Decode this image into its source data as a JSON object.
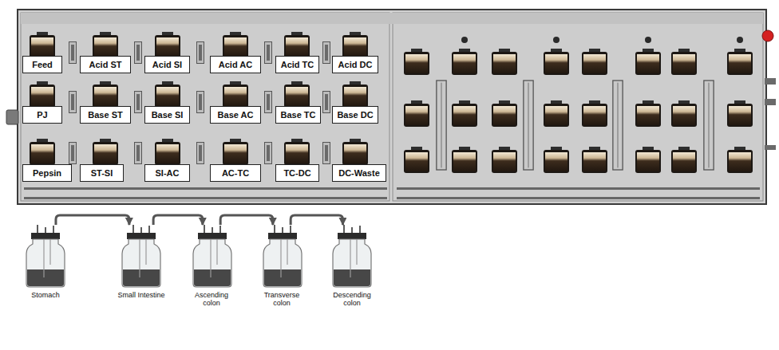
{
  "diagram": {
    "nodes": [
      {
        "text": [
          "Feed"
        ]
      },
      {
        "text": [
          "Acid ST"
        ]
      },
      {
        "text": [
          "Acid SI"
        ]
      },
      {
        "text": [
          "Acid AC"
        ]
      },
      {
        "text": [
          "Acid TC"
        ]
      },
      {
        "text": [
          "Acid DC"
        ]
      },
      {
        "text": [
          "PJ"
        ]
      },
      {
        "text": [
          "Base ST"
        ]
      },
      {
        "text": [
          "Base SI"
        ]
      },
      {
        "text": [
          "Base AC"
        ]
      },
      {
        "text": [
          "Base TC"
        ]
      },
      {
        "text": [
          "Base DC"
        ]
      },
      {
        "text": [
          "Pepsin"
        ]
      },
      {
        "text": [
          "ST-SI"
        ]
      },
      {
        "text": [
          "SI-AC"
        ]
      },
      {
        "text": [
          "AC-TC"
        ]
      },
      {
        "text": [
          "TC-DC"
        ]
      },
      {
        "text": [
          "DC-Waste"
        ]
      },
      {
        "text": [
          "Stomach"
        ]
      },
      {
        "text": [
          "Small Intestine"
        ]
      },
      {
        "text": [
          "Ascending colon"
        ]
      },
      {
        "text": [
          "Transverse colon"
        ]
      },
      {
        "text": [
          "Descending colon"
        ]
      }
    ],
    "edges": [
      {
        "from": 18,
        "to": 19,
        "arrow": "to"
      },
      {
        "from": 19,
        "to": 20,
        "arrow": "to"
      },
      {
        "from": 20,
        "to": 21,
        "arrow": "to"
      },
      {
        "from": 21,
        "to": 22,
        "arrow": "to"
      }
    ]
  }
}
